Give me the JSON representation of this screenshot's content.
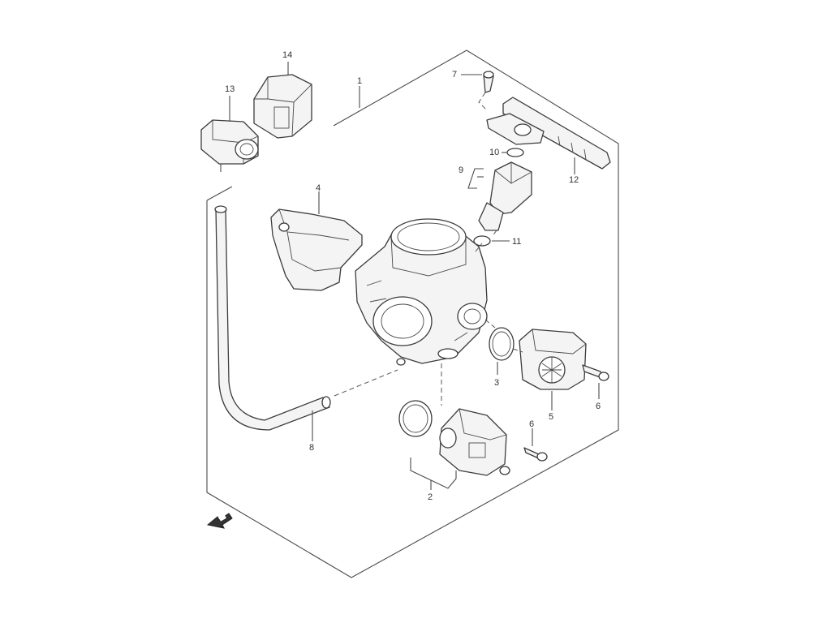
{
  "callouts": {
    "c1": "1",
    "c2": "2",
    "c3": "3",
    "c4": "4",
    "c5": "5",
    "c6a": "6",
    "c6b": "6",
    "c7": "7",
    "c8": "8",
    "c9": "9",
    "c10": "10",
    "c11": "11",
    "c12": "12",
    "c13": "13",
    "c14": "14"
  },
  "icons": {
    "front_arrow": "front-direction-arrow-icon"
  }
}
